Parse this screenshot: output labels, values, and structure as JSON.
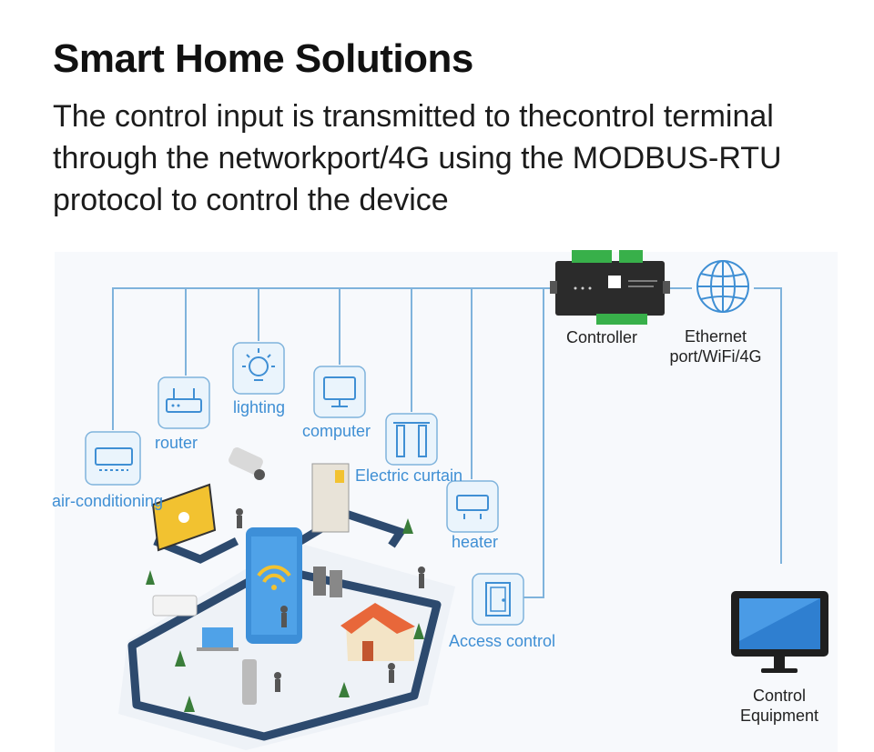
{
  "header": {
    "title": "Smart Home Solutions",
    "subtitle": "The control input is transmitted to thecontrol terminal through the networkport/4G using the MODBUS-RTU protocol to control the device"
  },
  "devices": {
    "air_conditioning": "air-conditioning",
    "router": "router",
    "lighting": "lighting",
    "computer": "computer",
    "electric_curtain": "Electric curtain",
    "heater": "heater",
    "access_control": "Access control"
  },
  "controller": {
    "label": "Controller"
  },
  "network": {
    "label": "Ethernet port/WiFi/4G"
  },
  "equipment": {
    "label": "Control Equipment"
  },
  "colors": {
    "line": "#7fb3dc",
    "accent": "#3f8fd4",
    "icon_bg": "#eaf4fc"
  }
}
